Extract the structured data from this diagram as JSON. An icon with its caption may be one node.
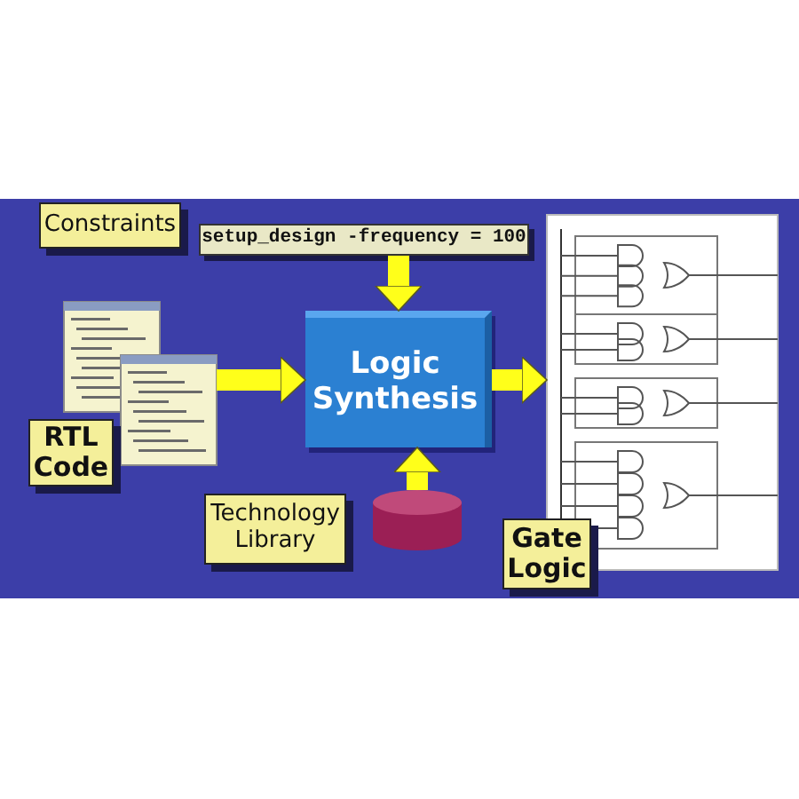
{
  "diagram": {
    "nodes": [
      {
        "text": [
          "Constraints"
        ]
      },
      {
        "text": [
          "setup_design -frequency = 100"
        ]
      },
      {
        "text": [
          "Logic Synthesis"
        ]
      },
      {
        "text": [],
        "shape": "picture"
      },
      {
        "text": [
          "RTL Code"
        ]
      },
      {
        "text": [
          "Technology Library"
        ]
      },
      {
        "text": [],
        "shape": "cylinder"
      },
      {
        "text": [],
        "shape": "picture"
      },
      {
        "text": [
          "Gate Logic"
        ]
      }
    ],
    "edges": [
      {
        "from": 1,
        "to": 2,
        "arrow": "to"
      },
      {
        "from": 3,
        "to": 2,
        "arrow": "to"
      },
      {
        "from": 6,
        "to": 2,
        "arrow": "to"
      },
      {
        "from": 2,
        "to": 7,
        "arrow": "to"
      }
    ]
  }
}
